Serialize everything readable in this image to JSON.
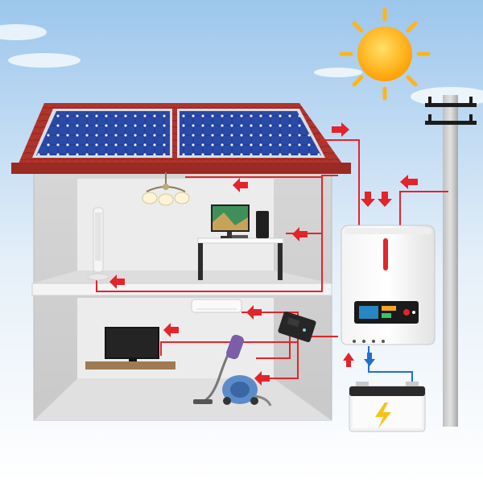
{
  "diagram": {
    "components": [
      {
        "id": "sun",
        "name": "sun-icon"
      },
      {
        "id": "solar-panel-left",
        "name": "solar-panel-left"
      },
      {
        "id": "solar-panel-right",
        "name": "solar-panel-right"
      },
      {
        "id": "house",
        "name": "house"
      },
      {
        "id": "utility-pole",
        "name": "utility-pole"
      },
      {
        "id": "hybrid-inverter",
        "name": "hybrid-inverter"
      },
      {
        "id": "battery",
        "name": "battery"
      },
      {
        "id": "charge-controller",
        "name": "charge-controller"
      },
      {
        "id": "chandelier",
        "name": "chandelier-icon"
      },
      {
        "id": "computer",
        "name": "computer-monitor-icon"
      },
      {
        "id": "tower-fan",
        "name": "tower-fan-icon"
      },
      {
        "id": "air-conditioner",
        "name": "air-conditioner-icon"
      },
      {
        "id": "television",
        "name": "television-icon"
      },
      {
        "id": "vacuum",
        "name": "vacuum-cleaner-icon"
      }
    ],
    "flows": [
      {
        "from": "solar-panels",
        "to": "hybrid-inverter",
        "color": "#e3242b"
      },
      {
        "from": "utility-pole",
        "to": "hybrid-inverter",
        "color": "#e3242b"
      },
      {
        "from": "hybrid-inverter",
        "to": "loads",
        "color": "#e3242b"
      },
      {
        "from": "hybrid-inverter",
        "to": "battery",
        "color": "#1f6fd1"
      },
      {
        "from": "battery",
        "to": "hybrid-inverter",
        "color": "#e3242b"
      }
    ],
    "colors": {
      "wire": "#e3242b",
      "battery_flow": "#1f6fd1",
      "sky": "#bcd9f2",
      "roof": "#b0342c",
      "panel": "#1f3e93",
      "inverter_accent": "#e3242b",
      "sun": "#ffb51a",
      "lightning": "#f4c21b"
    }
  }
}
